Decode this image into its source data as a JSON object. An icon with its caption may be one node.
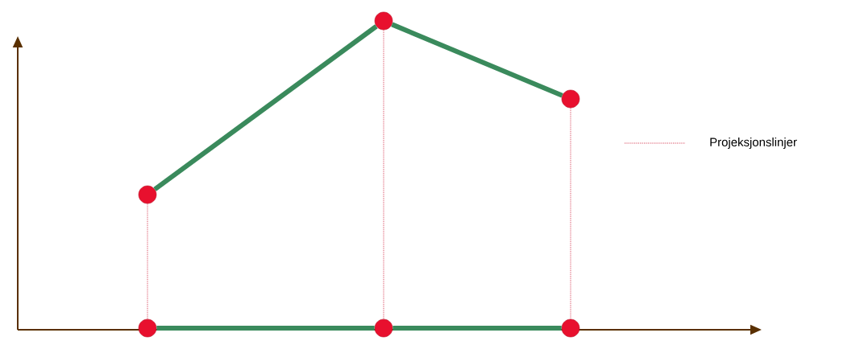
{
  "diagram": {
    "nodes": [
      {
        "text": [],
        "shape": "circle"
      },
      {
        "text": [],
        "shape": "circle"
      },
      {
        "text": [],
        "shape": "circle"
      },
      {
        "text": [],
        "shape": "circle"
      },
      {
        "text": [],
        "shape": "circle"
      },
      {
        "text": [],
        "shape": "circle"
      }
    ],
    "edges": [
      {
        "from": 0,
        "to": 1,
        "arrow": "none"
      },
      {
        "from": 1,
        "to": 2,
        "arrow": "none"
      },
      {
        "from": 3,
        "to": 4,
        "arrow": "none"
      },
      {
        "from": 4,
        "to": 5,
        "arrow": "none"
      },
      {
        "from": 0,
        "to": 3,
        "arrow": "none",
        "style": "dashed",
        "color": "#d8485e"
      },
      {
        "from": 1,
        "to": 4,
        "arrow": "none",
        "style": "dashed",
        "color": "#d8485e"
      },
      {
        "from": 2,
        "to": 5,
        "arrow": "none",
        "style": "dashed",
        "color": "#d8485e"
      }
    ],
    "legend": [
      {
        "text": "Projeksjonslinjer"
      }
    ]
  }
}
